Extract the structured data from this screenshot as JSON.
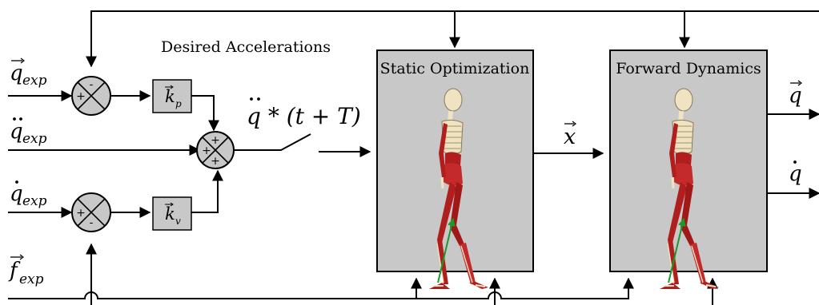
{
  "title": "Desired Accelerations",
  "inputs": {
    "q_exp": {
      "base": "q",
      "sub": "exp",
      "accent": "vec"
    },
    "qdd_exp": {
      "base": "q",
      "sub": "exp",
      "accent": "ddot"
    },
    "qd_exp": {
      "base": "q",
      "sub": "exp",
      "accent": "dot"
    },
    "f_exp": {
      "base": "f",
      "sub": "exp",
      "accent": "vec"
    }
  },
  "gains": {
    "kp": {
      "base": "k",
      "sub": "p"
    },
    "kv": {
      "base": "k",
      "sub": "v"
    }
  },
  "sum_nodes": {
    "top": {
      "signs": [
        "-",
        "+"
      ]
    },
    "middle": {
      "signs": [
        "+",
        "+",
        "+"
      ]
    },
    "bottom": {
      "signs": [
        "+",
        "-"
      ]
    }
  },
  "switch_signal": {
    "text": "q * (t + T)",
    "accent": "ddot"
  },
  "blocks": {
    "static_optimization": {
      "label": "Static Optimization"
    },
    "forward_dynamics": {
      "label": "Forward Dynamics"
    }
  },
  "signals": {
    "x": {
      "base": "x",
      "accent": "vec"
    },
    "q_out": {
      "base": "q",
      "accent": "vec"
    },
    "qd_out": {
      "base": "q",
      "accent": "dot"
    }
  },
  "colors": {
    "block_fill": "#c8c8c8",
    "muscle": "#b01e1e",
    "bone": "#efe3c2",
    "force_arrow": "#1a9a2a"
  }
}
